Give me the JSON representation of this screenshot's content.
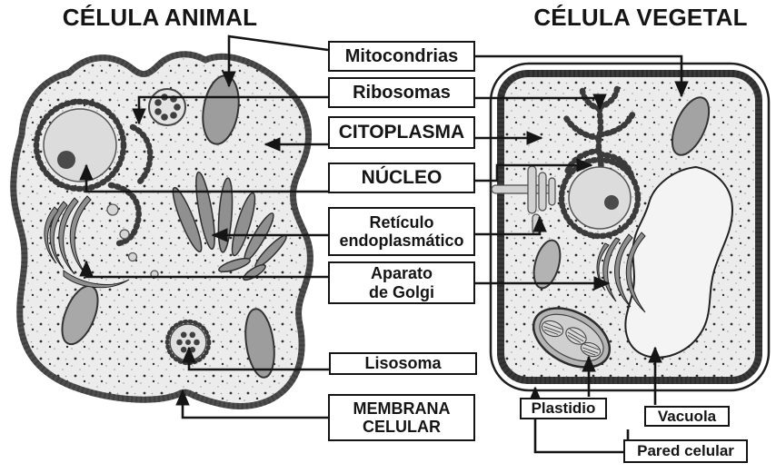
{
  "titles": {
    "animal": "CÉLULA ANIMAL",
    "vegetal": "CÉLULA VEGETAL"
  },
  "labels": {
    "mitocondrias": {
      "text": "Mitocondrias",
      "points_to": [
        "célula animal",
        "célula vegetal"
      ]
    },
    "ribosomas": {
      "text": "Ribosomas",
      "points_to": [
        "célula animal",
        "célula vegetal"
      ]
    },
    "citoplasma": {
      "text": "CITOPLASMA",
      "points_to": [
        "célula animal",
        "célula vegetal"
      ]
    },
    "nucleo": {
      "text": "NÚCLEO",
      "points_to": [
        "célula animal",
        "célula vegetal"
      ]
    },
    "reticulo": {
      "text": "Retículo\nendoplasmático",
      "points_to": [
        "célula animal",
        "célula vegetal"
      ]
    },
    "golgi": {
      "text": "Aparato\nde Golgi",
      "points_to": [
        "célula animal",
        "célula vegetal"
      ]
    },
    "lisosoma": {
      "text": "Lisosoma",
      "points_to": [
        "célula animal"
      ]
    },
    "membrana": {
      "text": "MEMBRANA\nCELULAR",
      "points_to": [
        "célula animal"
      ]
    },
    "plastidio": {
      "text": "Plastidio",
      "points_to": [
        "célula vegetal"
      ]
    },
    "vacuola": {
      "text": "Vacuola",
      "points_to": [
        "célula vegetal"
      ]
    },
    "pared": {
      "text": "Pared celular",
      "points_to": [
        "célula vegetal"
      ]
    }
  },
  "colors": {
    "ink": "#151515",
    "label_background": "#ffffff",
    "cytoplasm": "#ececec",
    "organelle_gray": "#9d9d9d",
    "vacuole": "#f4f4f4"
  }
}
